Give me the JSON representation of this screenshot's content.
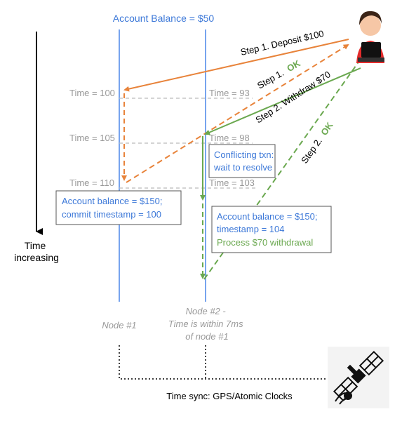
{
  "title": "Account Balance = $50",
  "time_axis_label": [
    "Time",
    "increasing"
  ],
  "node1": {
    "label": "Node #1",
    "times": [
      "Time = 100",
      "Time = 105",
      "Time = 110"
    ]
  },
  "node2": {
    "label": [
      "Node #2 -",
      "Time is within 7ms",
      "of node #1"
    ],
    "times": [
      "Time = 93",
      "Time = 98",
      "Time = 103"
    ]
  },
  "steps": {
    "step1_deposit": "Step 1. Deposit $100",
    "step1_ok_prefix": "Step 1.",
    "step1_ok": "OK",
    "step2_withdraw": "Step 2. Withdraw $70",
    "step2_ok_prefix": "Step 2.",
    "step2_ok": "OK"
  },
  "boxes": {
    "conflict": [
      "Conflicting txn:",
      "wait to resolve"
    ],
    "node1_result": [
      "Account balance = $150;",
      "commit timestamp = 100"
    ],
    "node2_result": [
      "Account balance = $150;",
      "timestamp = 104"
    ],
    "node2_action": "Process $70 withdrawal"
  },
  "time_sync": "Time sync: GPS/Atomic Clocks",
  "icons": {
    "user": "user-at-laptop-icon",
    "satellite": "satellite-icon"
  },
  "colors": {
    "deposit": "#e8833a",
    "withdraw": "#6aa84f",
    "node_line": "#4a86e8",
    "text_blue": "#3c78d8",
    "gray": "#999999"
  }
}
